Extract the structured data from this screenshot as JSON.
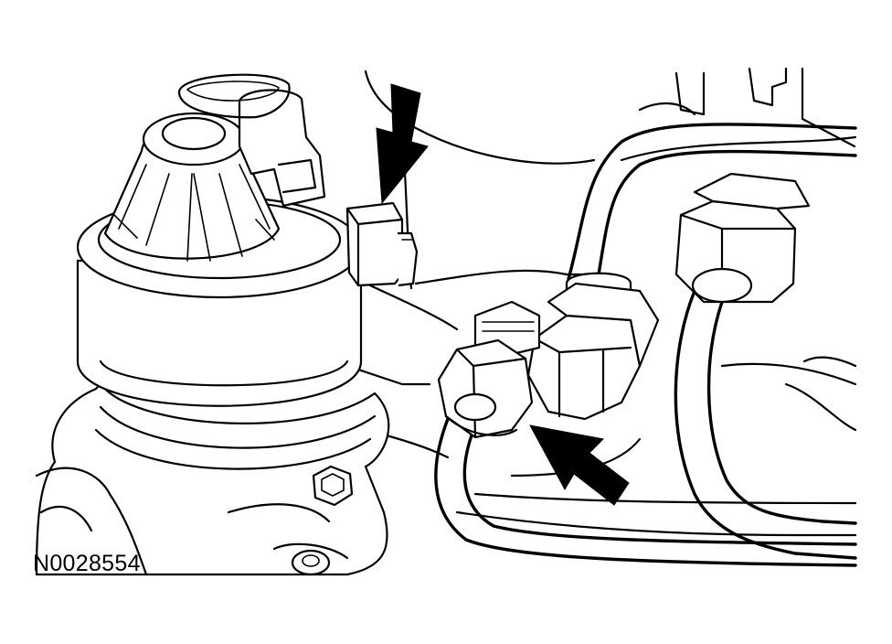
{
  "figure": {
    "reference_id": "N0028554",
    "colors": {
      "line": "#000000",
      "background": "#ffffff"
    }
  },
  "parts": [
    {
      "name": "egr-valve",
      "label": ""
    },
    {
      "name": "upper-tube-nut",
      "label": ""
    },
    {
      "name": "lower-tube-nut",
      "label": ""
    },
    {
      "name": "upper-arrow",
      "label": ""
    },
    {
      "name": "lower-arrow",
      "label": ""
    }
  ]
}
